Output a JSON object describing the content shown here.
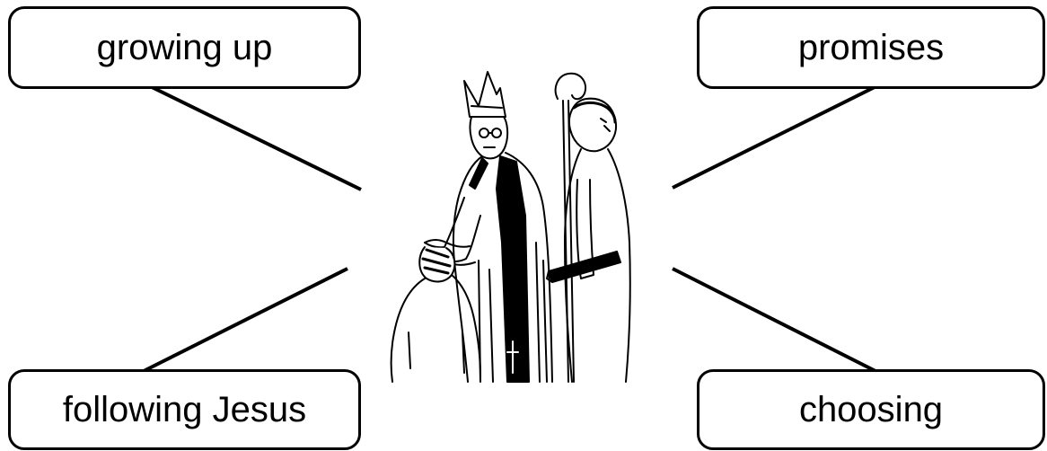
{
  "diagram": {
    "nodes": {
      "top_left": "growing up",
      "top_right": "promises",
      "bottom_left": "following Jesus",
      "bottom_right": "choosing"
    },
    "center_image": "bishop-confirmation-illustration"
  }
}
